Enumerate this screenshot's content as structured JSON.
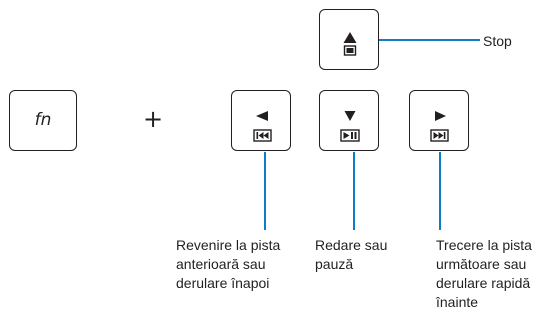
{
  "fn_key": {
    "label": "fn"
  },
  "plus_sign": "+",
  "labels": {
    "stop": "Stop",
    "previous": "Revenire la pista\nanterioară sau\nderulare înapoi",
    "play_pause": "Redare sau\npauză",
    "next": "Trecere la pista\nurmătoare sau\nderulare rapidă\nînainte"
  },
  "icons": {
    "stop": "eject-stop-icon",
    "previous": "rewind-icon",
    "play_pause": "play-pause-icon",
    "next": "fast-forward-icon"
  },
  "colors": {
    "leader_line": "#0b7fc1",
    "key_border": "#231f20",
    "text": "#231f20"
  }
}
